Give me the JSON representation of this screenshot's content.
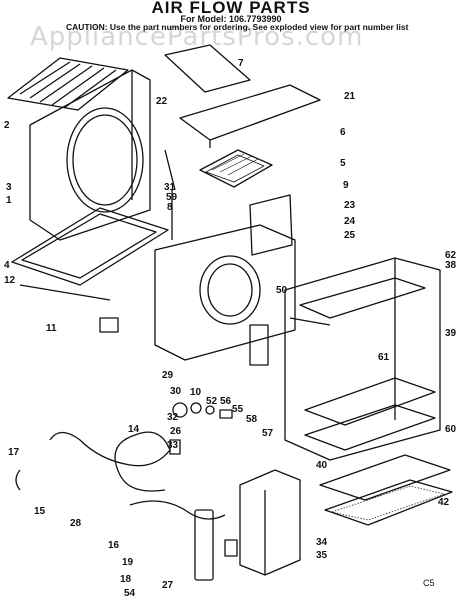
{
  "header": {
    "title": "AIR FLOW PARTS",
    "model": "For Model: 106.7793990",
    "caution": "CAUTION: Use the part numbers for ordering. See exploded view for part number list",
    "watermark": "AppliancePartsPros.com",
    "corner_code": "C5"
  },
  "callouts": [
    "1",
    "2",
    "3",
    "4",
    "5",
    "6",
    "7",
    "8",
    "9",
    "10",
    "11",
    "12",
    "14",
    "15",
    "16",
    "17",
    "18",
    "19",
    "21",
    "22",
    "23",
    "24",
    "25",
    "26",
    "27",
    "28",
    "29",
    "30",
    "31",
    "32",
    "33",
    "34",
    "35",
    "38",
    "39",
    "40",
    "42",
    "50",
    "52",
    "54",
    "55",
    "56",
    "57",
    "58",
    "59",
    "60",
    "61",
    "62"
  ]
}
